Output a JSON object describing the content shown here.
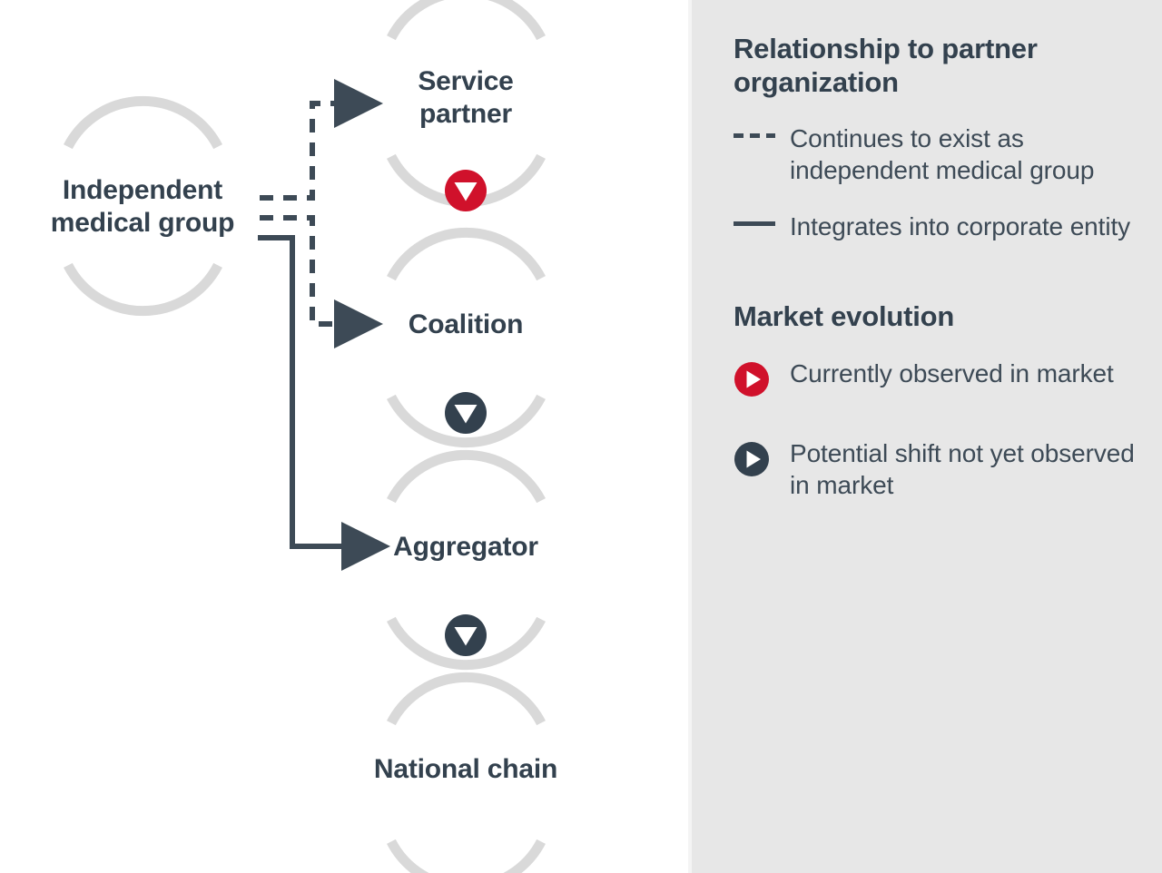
{
  "colors": {
    "accent_red": "#d0112b",
    "dark_slate": "#33414e",
    "line_slate": "#3d4a56",
    "ring_gray": "#d9d9d9",
    "panel_gray": "#e7e7e7",
    "background": "#ffffff"
  },
  "diagram": {
    "source_node": {
      "label": "Independent\nmedical group"
    },
    "nodes": [
      {
        "id": "service-partner",
        "label": "Service\npartner"
      },
      {
        "id": "coalition",
        "label": "Coalition"
      },
      {
        "id": "aggregator",
        "label": "Aggregator"
      },
      {
        "id": "national-chain",
        "label": "National chain"
      }
    ],
    "connectors": [
      {
        "from": "Independent medical group",
        "to": "Service partner",
        "style": "dashed"
      },
      {
        "from": "Independent medical group",
        "to": "Coalition",
        "style": "dashed"
      },
      {
        "from": "Independent medical group",
        "to": "Aggregator",
        "style": "solid"
      }
    ],
    "transitions": [
      {
        "from": "Service partner",
        "to": "Coalition",
        "marker": "down-triangle",
        "color": "#d0112b"
      },
      {
        "from": "Coalition",
        "to": "Aggregator",
        "marker": "down-triangle",
        "color": "#33414e"
      },
      {
        "from": "Aggregator",
        "to": "National chain",
        "marker": "down-triangle",
        "color": "#33414e"
      }
    ]
  },
  "legend": {
    "section_one": {
      "title": "Relationship to\npartner organization",
      "items": [
        {
          "marker": "dashed-line",
          "label": "Continues to exist\nas independent\nmedical group"
        },
        {
          "marker": "solid-line",
          "label": "Integrates into\ncorporate entity"
        }
      ]
    },
    "section_two": {
      "title": "Market evolution",
      "items": [
        {
          "marker": "play-icon-red",
          "label": "Currently observed\nin market"
        },
        {
          "marker": "play-icon-dark",
          "label": "Potential shift not yet\nobserved in market"
        }
      ]
    }
  }
}
